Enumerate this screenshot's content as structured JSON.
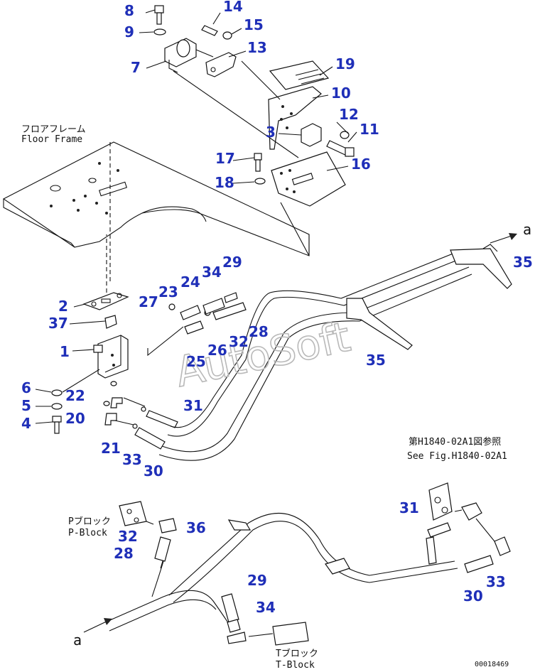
{
  "drawing": {
    "watermark": "AutoSoft",
    "drawing_number": "00018469",
    "labels": {
      "floor_frame_jp": "フロアフレーム",
      "floor_frame_en": "Floor Frame",
      "see_fig_jp": "第H1840-02A1図参照",
      "see_fig_en": "See Fig.H1840-02A1",
      "p_block_jp": "Pブロック",
      "p_block_en": "P-Block",
      "t_block_jp": "Tブロック",
      "t_block_en": "T-Block",
      "arrow_a_top": "a",
      "arrow_a_bottom": "a"
    },
    "callouts": [
      "8",
      "14",
      "9",
      "15",
      "13",
      "7",
      "19",
      "10",
      "12",
      "3",
      "11",
      "17",
      "16",
      "18",
      "2",
      "37",
      "1",
      "6",
      "5",
      "4",
      "22",
      "20",
      "21",
      "31",
      "33",
      "30",
      "23",
      "24",
      "34",
      "29",
      "27",
      "28",
      "32",
      "26",
      "25",
      "35",
      "35",
      "32",
      "28",
      "36",
      "29",
      "34",
      "31",
      "33",
      "30"
    ]
  }
}
